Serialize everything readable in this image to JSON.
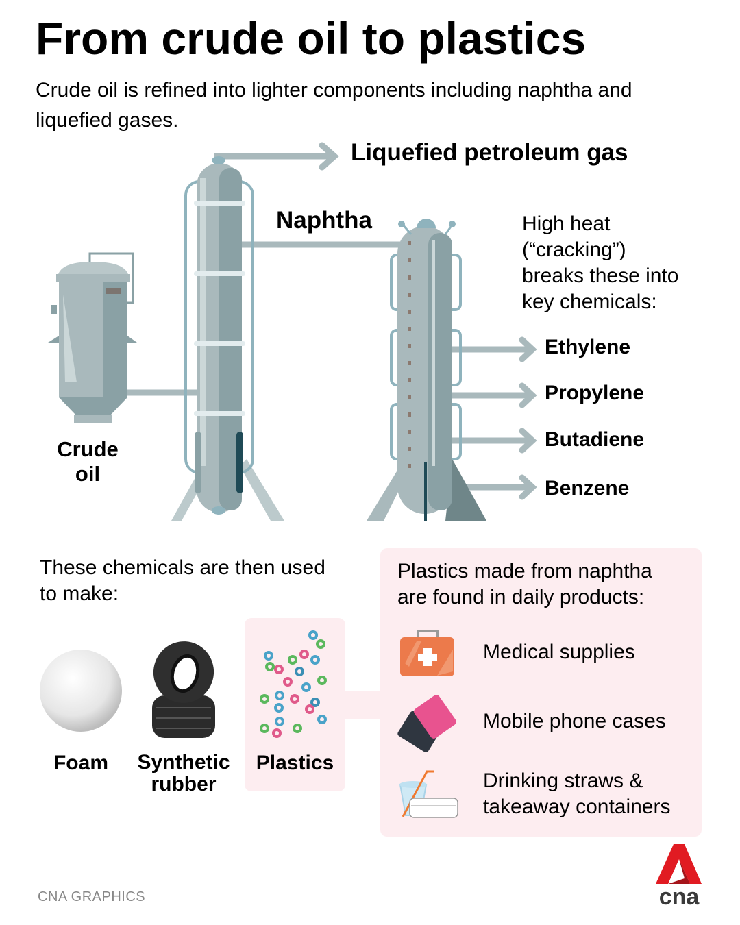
{
  "title": "From crude oil to plastics",
  "subtitle": "Crude oil is refined into lighter components including naphtha and liquefied gases.",
  "diagram": {
    "lpg_label": "Liquefied petroleum gas",
    "naphtha_label": "Naphtha",
    "crude_oil_label": [
      "Crude",
      "oil"
    ],
    "cracking_text": [
      "High heat",
      "(“cracking”)",
      "breaks these into",
      "key chemicals:"
    ],
    "chemicals": [
      "Ethylene",
      "Propylene",
      "Butadiene",
      "Benzene"
    ]
  },
  "uses": {
    "intro": [
      "These chemicals are then used",
      "to make:"
    ],
    "items": [
      {
        "label": "Foam",
        "icon": "foam-ball-icon"
      },
      {
        "label": "Synthetic rubber",
        "icon": "tire-stack-icon"
      },
      {
        "label": "Plastics",
        "icon": "plastic-pellets-icon"
      }
    ]
  },
  "products": {
    "intro": [
      "Plastics made from naphtha",
      "are found in daily products:"
    ],
    "items": [
      {
        "label": "Medical supplies",
        "icon": "first-aid-kit-icon"
      },
      {
        "label": "Mobile phone cases",
        "icon": "phone-case-icon"
      },
      {
        "label": [
          "Drinking straws &",
          "takeaway containers"
        ],
        "icon": "cup-and-container-icon"
      }
    ]
  },
  "footer": {
    "credit": "CNA GRAPHICS",
    "logo": "cna"
  },
  "colors": {
    "steel": "#a9b9bc",
    "steel_dark": "#8aa1a5",
    "pipe": "#a9b9bc",
    "pink_bg": "#fdedf0",
    "logo_red": "#e11b22",
    "credit_gray": "#888888"
  }
}
